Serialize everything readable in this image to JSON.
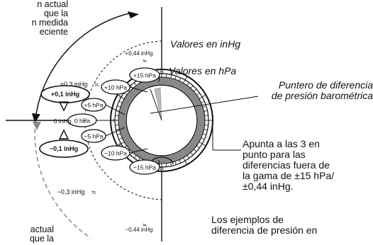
{
  "texts": {
    "top_left": "n actual\n que la\nn medida\neciente",
    "bottom_left": " actual\nque la",
    "inhg_title": "Valores en inHg",
    "hpa_title": "Valores en hPa",
    "pointer_title": "Puntero de diferencia\nde presión barométrica",
    "note_right": "Apunta a las 3 en\npunto para las\ndiferencias fuera de\nla gama de ±15 hPa/\n±0,44 inHg.",
    "note_bottom": "Los ejemplos de\ndiferencia de presión en"
  },
  "scale": {
    "inhg_labels": [
      "+0,44 inHg",
      "+0,3 inHg",
      "+0,1 inHg",
      "0 inHg",
      "−0,1 inHg",
      "−0,3 inHg",
      "−0,44 inHg"
    ],
    "hpa_labels": [
      "+15 hPa",
      "+10 hPa",
      "+5 hPa",
      "0 hPa",
      "−5 hPa",
      "−10 hPa",
      "−15 hPa"
    ],
    "approx_symbol": "≒",
    "approx_rotated_symbol": "≒",
    "equals_symbol": "="
  },
  "dial": {
    "tick_numbers": [
      "15",
      "10",
      "5",
      "0",
      "5",
      "10",
      "15"
    ]
  }
}
